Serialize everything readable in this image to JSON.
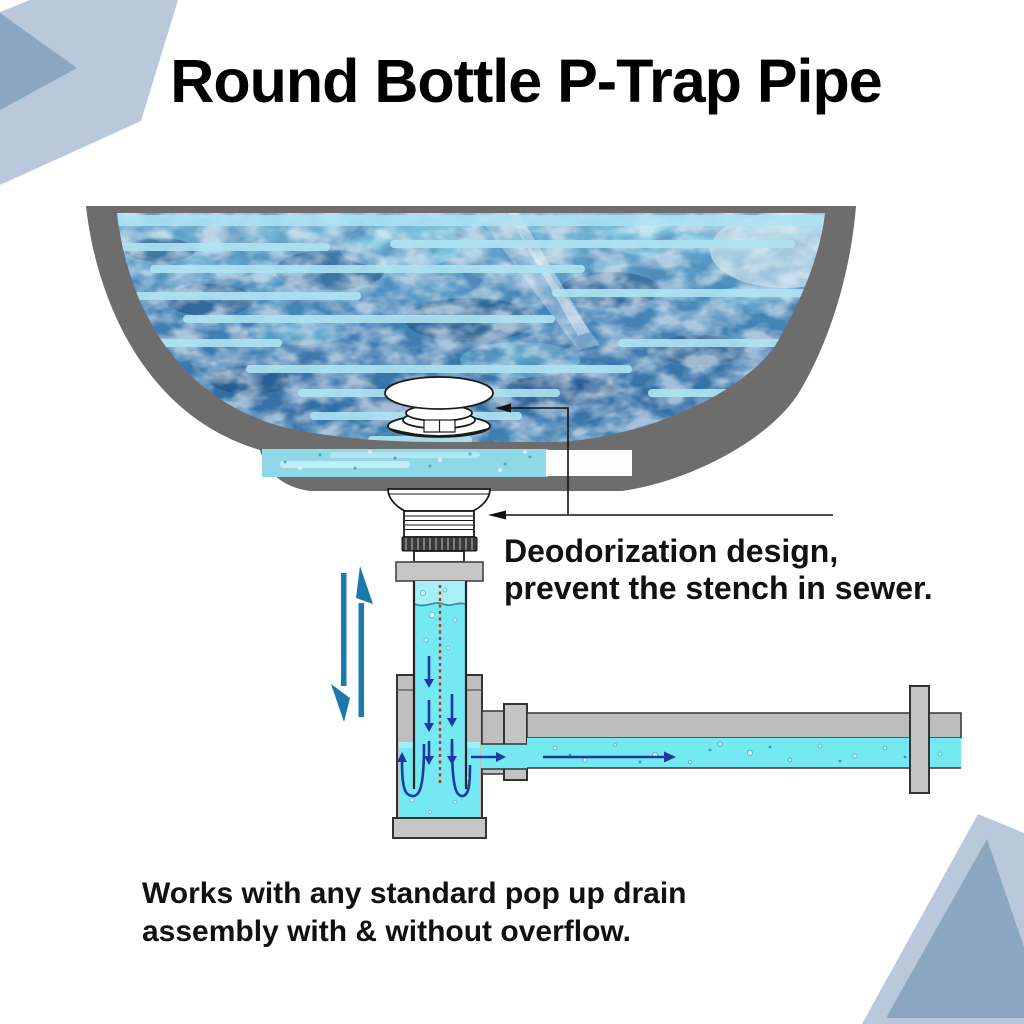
{
  "page": {
    "title": "Round Bottle P-Trap Pipe"
  },
  "annotations": {
    "deodorization": {
      "line1": "Deodorization design,",
      "line2": "prevent the stench in sewer."
    },
    "compatibility": {
      "line1": "Works with any standard pop up drain",
      "line2": "assembly with & without overflow."
    }
  },
  "diagram": {
    "parts": [
      "sink-bowl",
      "pop-up-drain-stopper",
      "drain-tailpiece",
      "mounting-flange",
      "vertical-inlet-pipe",
      "round-bottle-trap-body",
      "outlet-nut",
      "horizontal-outlet-pipe",
      "wall-flange"
    ],
    "icons": [
      "down-arrow-icon",
      "up-arrow-icon",
      "right-flow-arrow-icon",
      "left-pointer-arrow-icon"
    ]
  },
  "colors": {
    "background": "#ffffff",
    "title_text": "#000000",
    "caption_text": "#111111",
    "bowl_gray": "#6d6d6d",
    "fitting_gray": "#c4c4c4",
    "pipe_water_cyan": "#74e9f4",
    "flow_arrow_navy": "#1d3aa0",
    "updown_arrow_teal": "#1b7aab",
    "water_seal_line_red": "#c03018",
    "corner_triangle_light": "#b9c9db",
    "corner_triangle_dark": "#8aa6c1"
  }
}
